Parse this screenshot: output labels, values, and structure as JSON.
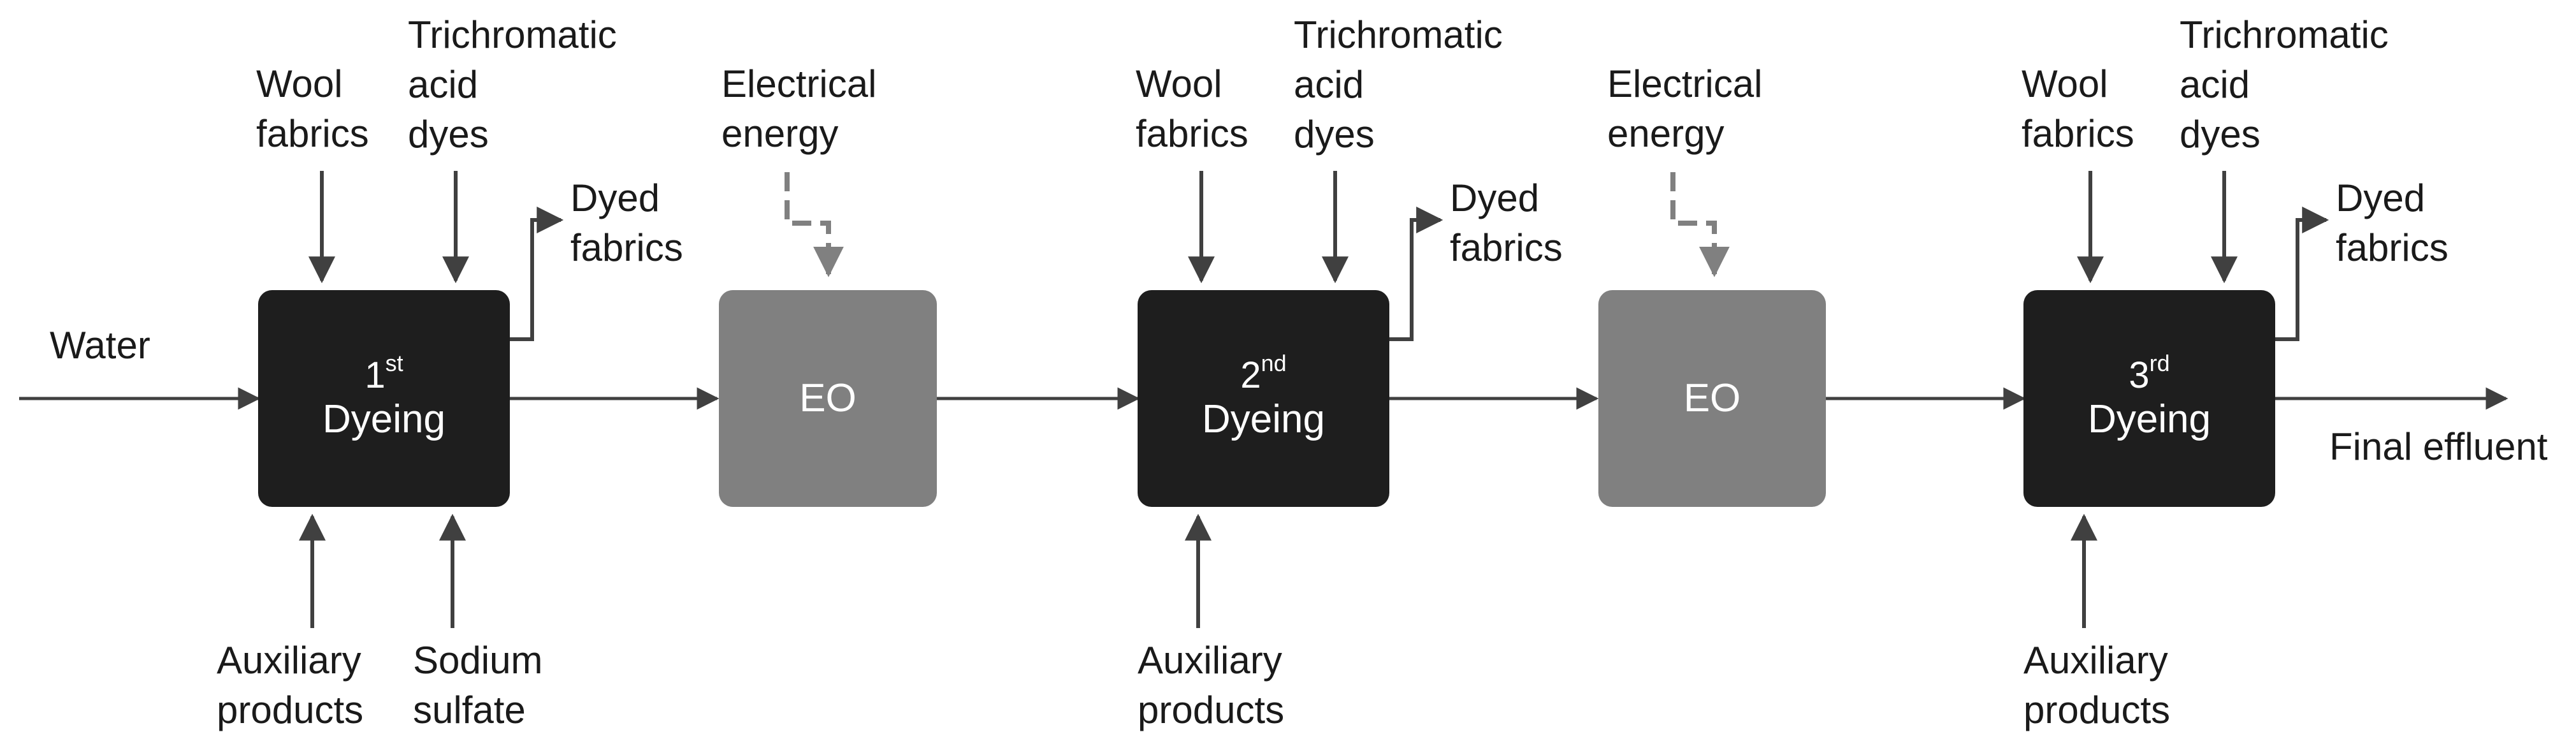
{
  "labels": {
    "water": "Water",
    "final_effluent": "Final effluent",
    "wool_fabrics": [
      "Wool",
      "fabrics"
    ],
    "trichromatic_acid_dyes": [
      "Trichromatic",
      "acid",
      "dyes"
    ],
    "dyed_fabrics": [
      "Dyed",
      "fabrics"
    ],
    "electrical_energy": [
      "Electrical",
      "energy"
    ],
    "auxiliary_products": [
      "Auxiliary",
      "products"
    ],
    "sodium_sulfate": [
      "Sodium",
      "sulfate"
    ]
  },
  "stages": [
    {
      "ordinal": "1",
      "suffix": "st",
      "name": "Dyeing"
    },
    {
      "ordinal": "2",
      "suffix": "nd",
      "name": "Dyeing"
    },
    {
      "ordinal": "3",
      "suffix": "rd",
      "name": "Dyeing"
    }
  ],
  "eo_units": [
    {
      "name": "EO"
    },
    {
      "name": "EO"
    }
  ],
  "colors": {
    "dyeing_box": "#1e1e1e",
    "eo_box": "#808080",
    "solid_arrow": "#404040",
    "dashed_arrow": "#808080",
    "box_text": "#ffffff",
    "label_text": "#1a1a1a"
  }
}
